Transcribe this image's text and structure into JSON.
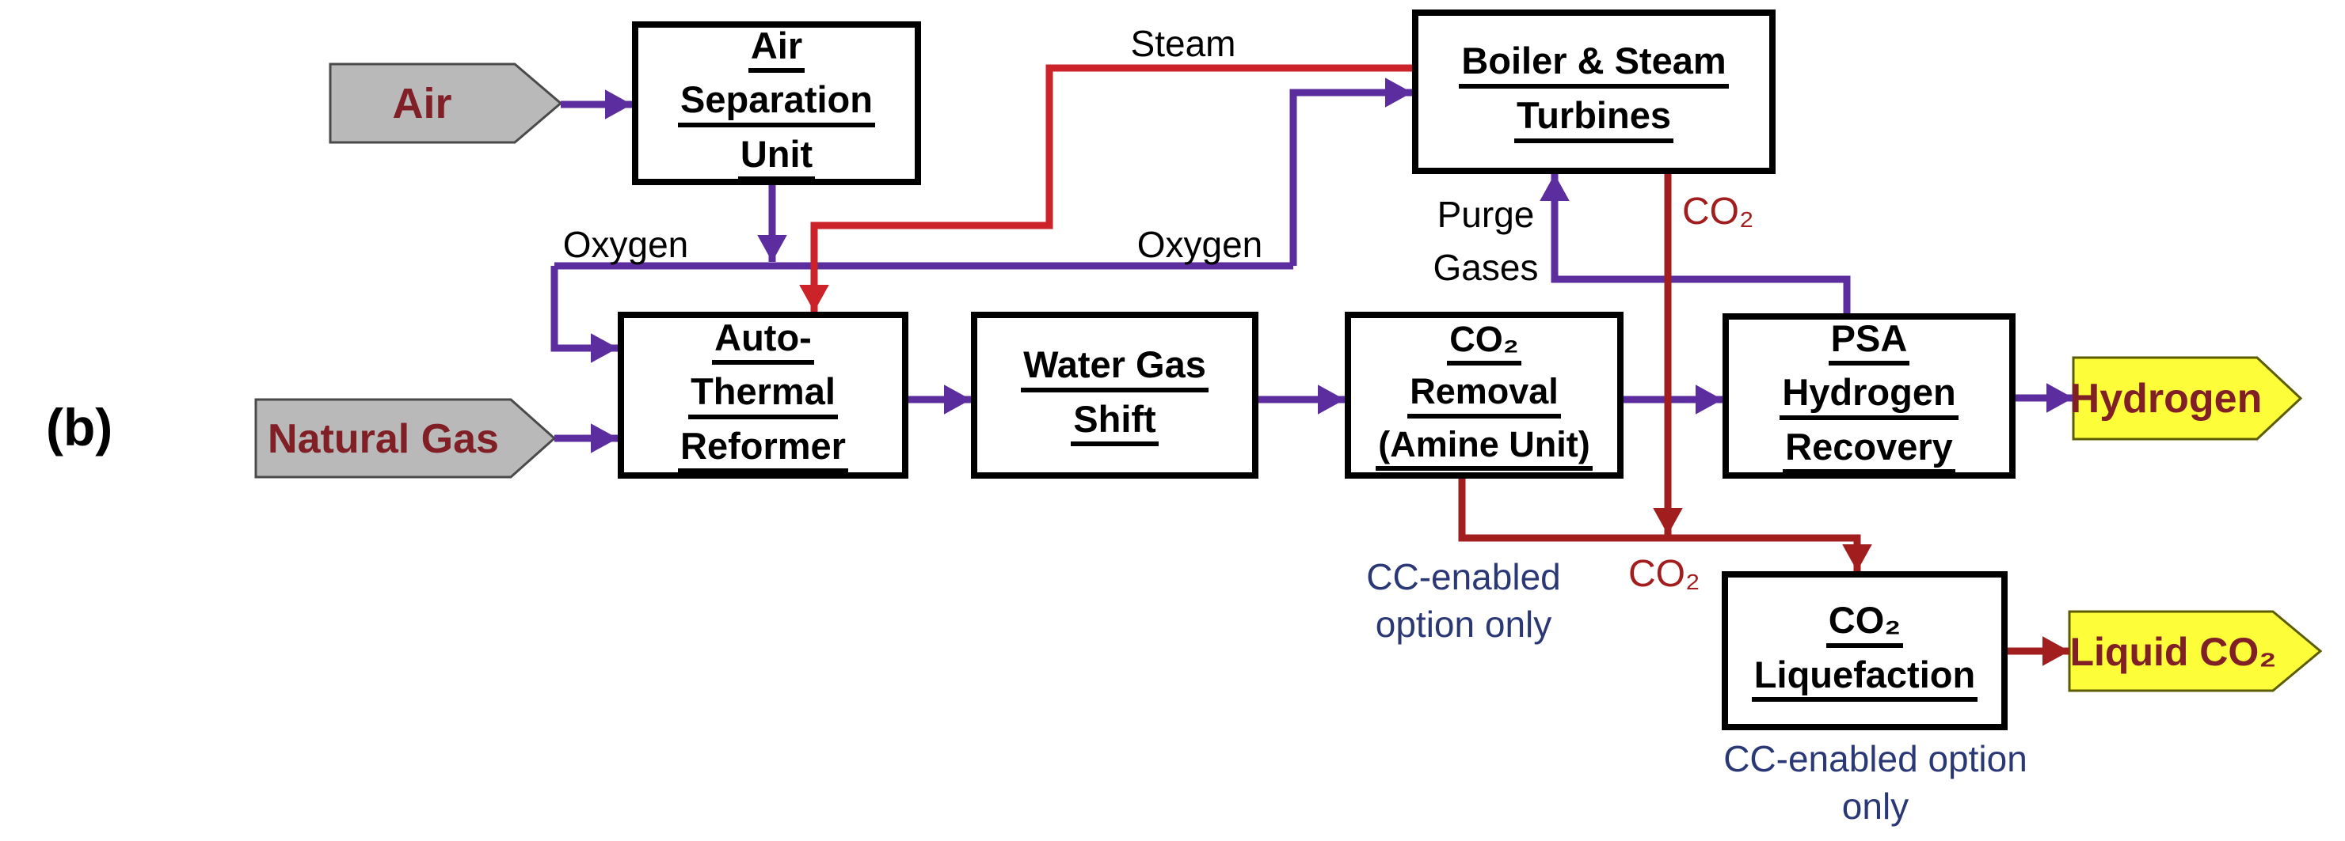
{
  "figure_label": "(b)",
  "colors": {
    "purple": "#5c2d9e",
    "steam_red": "#cc2229",
    "co2_red": "#a21e1e",
    "navy": "#2b3876",
    "tag_yellow": "#fdfd3a",
    "tag_gray": "#b9b9b9",
    "maroon": "#801f26",
    "ink": "#000000"
  },
  "tags": {
    "air": {
      "label": "Air"
    },
    "natural_gas": {
      "label": "Natural Gas"
    },
    "hydrogen": {
      "label": "Hydrogen"
    },
    "liquid_co2": {
      "label": "Liquid CO₂"
    }
  },
  "boxes": {
    "asu": {
      "lines": [
        "Air",
        "Separation",
        "Unit"
      ]
    },
    "boiler": {
      "lines": [
        "Boiler & Steam",
        "Turbines"
      ]
    },
    "atr": {
      "lines": [
        "Auto-",
        "Thermal",
        "Reformer"
      ]
    },
    "wgs": {
      "lines": [
        "Water Gas",
        "Shift"
      ]
    },
    "co2_removal": {
      "lines": [
        "CO₂",
        "Removal",
        "(Amine Unit)"
      ]
    },
    "psa": {
      "lines": [
        "PSA",
        "Hydrogen",
        "Recovery"
      ]
    },
    "co2_liquefaction": {
      "lines": [
        "CO₂",
        "Liquefaction"
      ]
    }
  },
  "stream_labels": {
    "steam": "Steam",
    "oxygen_left": "Oxygen",
    "oxygen_right": "Oxygen",
    "purge_line1": "Purge",
    "purge_line2": "Gases",
    "co2_top": "CO₂",
    "co2_bottom": "CO₂"
  },
  "notes": {
    "cc_left_line1": "CC-enabled",
    "cc_left_line2": "option only",
    "cc_bottom_line1": "CC-enabled option",
    "cc_bottom_line2": "only"
  }
}
